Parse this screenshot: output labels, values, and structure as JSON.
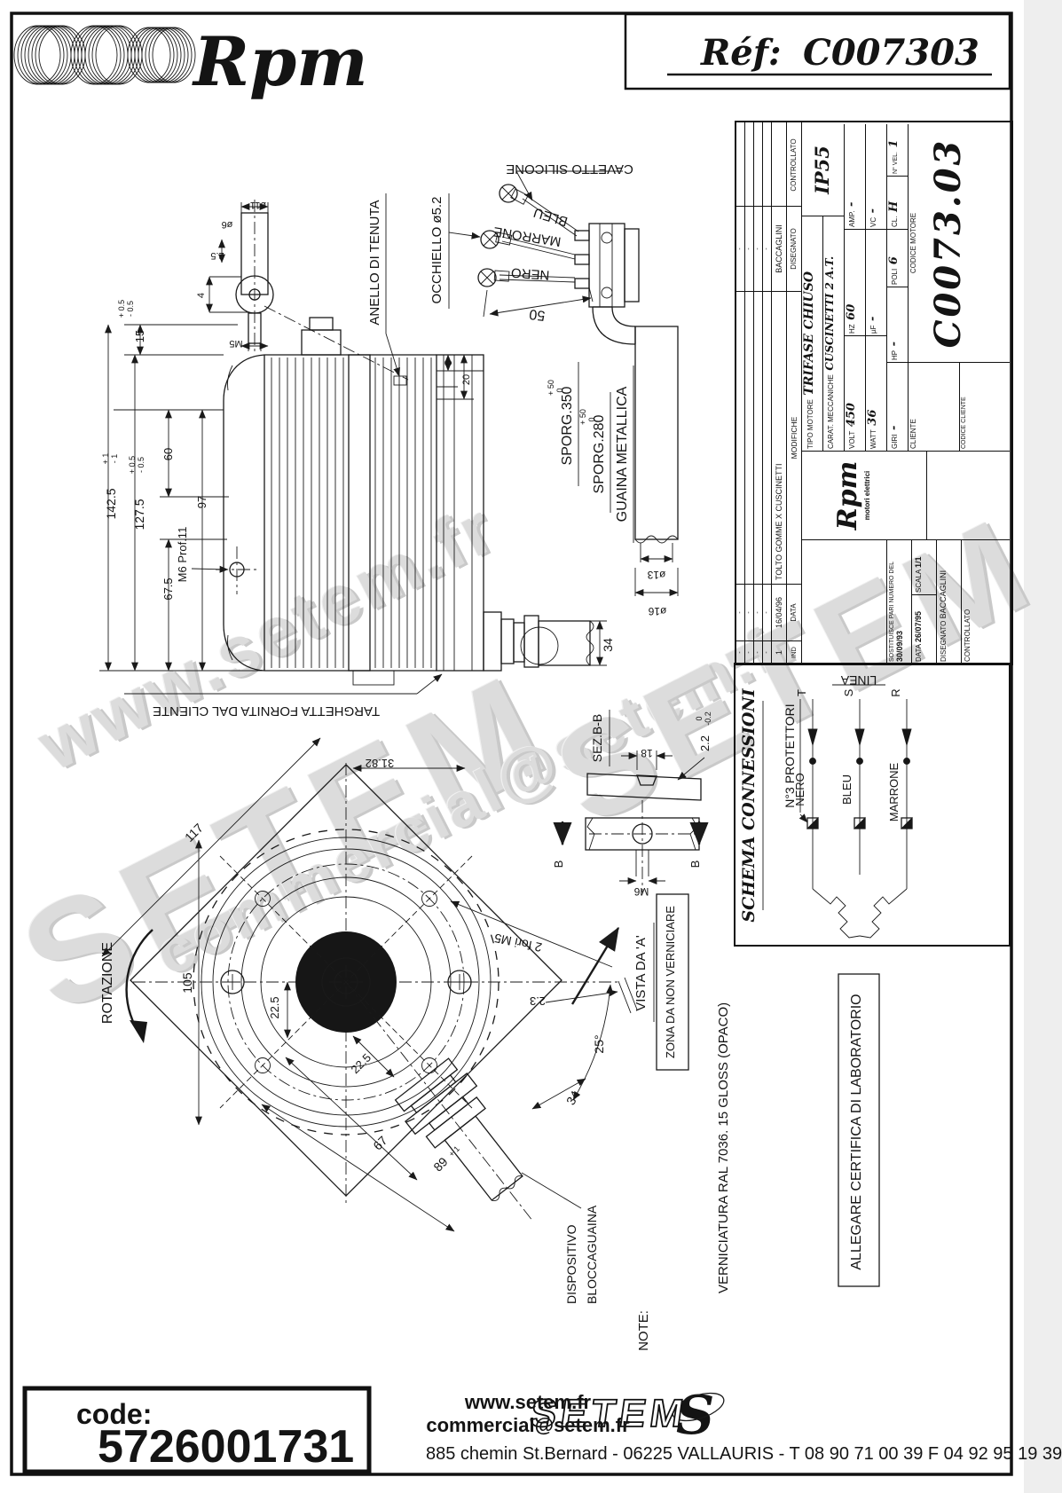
{
  "header": {
    "brand": "Rpm",
    "ref_label": "Réf:",
    "ref_value": "C007303"
  },
  "title_block": {
    "revisions": {
      "rows": [
        {
          "ind": "-",
          "data": "-",
          "modifiche": "",
          "firma": "-"
        },
        {
          "ind": "-",
          "data": "-",
          "modifiche": "",
          "firma": "-"
        },
        {
          "ind": "-",
          "data": "-",
          "modifiche": "",
          "firma": "-"
        },
        {
          "ind": "-",
          "data": "-",
          "modifiche": "",
          "firma": "-"
        },
        {
          "ind": "1",
          "data": "16/04/96",
          "modifiche": "TOLTO GOMME X CUSCINETTI",
          "firma": "BACCAGLINI"
        }
      ],
      "ind_label": "IND",
      "data_label": "DATA",
      "modifiche_label": "MODIFICHE",
      "disegnato_label": "DISEGNATO",
      "controllato_label": "CONTROLLATO",
      "ip_rating": "IP55"
    },
    "tipo_motore_label": "TIPO MOTORE",
    "tipo_motore": "TRIFASE CHIUSO",
    "carat_label": "CARAT. MECCANICHE",
    "carat": "CUSCINETTI 2 A.T.",
    "volt_label": "VOLT",
    "volt": "450",
    "hz_label": "HZ",
    "hz": "60",
    "amp_label": "AMP.",
    "amp": "-",
    "watt_label": "WATT",
    "watt": "36",
    "uf_label": "µF",
    "uf": "-",
    "vc_label": "VC",
    "vc": "-",
    "giri_label": "GIRI",
    "giri": "-",
    "hp_label": "HP",
    "hp": "-",
    "poli_label": "POLI",
    "poli": "6",
    "cl_label": "CL.",
    "cl": "H",
    "nvel_label": "N° VEL.",
    "nvel": "1",
    "logo_brand": "Rpm",
    "logo_sub": "motori elettrici",
    "sostituisce_label": "SOSTITUISCE PARI NUMERO DEL",
    "sostituisce_date": "30/09/93",
    "data_label": "DATA",
    "data_value": "26/07/95",
    "scala_label": "SCALA",
    "scala": "1/1",
    "disegnato_label": "DISEGNATO",
    "disegnato": "BACCAGLINI",
    "controllato_label": "CONTROLLATO",
    "cliente_label": "CLIENTE",
    "codice_cliente_label": "CODICE CLIENTE",
    "codice_motore_label": "CODICE MOTORE",
    "codice_motore": "C0073.03"
  },
  "schema": {
    "title": "SCHEMA CONNESSIONI",
    "linea": "LINEA",
    "protettori": "N°3 PROTETTORI",
    "t": "T",
    "s": "S",
    "r": "R",
    "nero": "NERO",
    "bleu": "BLEU",
    "marrone": "MARRONE"
  },
  "side_view": {
    "anello": "ANELLO DI TENUTA",
    "occhiello": "OCCHIELLO ø5.2",
    "cavetto": "CAVETTO SILICONE",
    "wire_bleu": "BLEU",
    "wire_marrone": "MARRONE",
    "wire_nero": "NERO",
    "dim_50": "50",
    "dim_5": "5",
    "dim_20": "20",
    "dim_15": "15",
    "tol_p05": "+ 0.5",
    "tol_m05": "- 0.5",
    "dim_142_5": "142.5",
    "tol_p1": "+ 1",
    "tol_m1": "- 1",
    "dim_127_5": "127.5",
    "dim_60": "60",
    "dim_97": "97",
    "dim_67_5": "67.5",
    "m6_prof": "M6 Prof.11",
    "dim_34": "34",
    "sporg_350": "SPORG.350",
    "sporg_280": "SPORG.280",
    "tol_p50": "+ 50",
    "tol_0": "0",
    "guaina": "GUAINA METALLICA",
    "dia_13": "ø13",
    "dia_16": "ø16",
    "targhetta": "TARGHETTA FORNITA DAL CLIENTE",
    "shaft": {
      "dia_6": "ø6",
      "dia_11": "ø11",
      "dim_2_5": "2.5",
      "dim_4": "4",
      "m5": "M5"
    }
  },
  "front_view": {
    "rotazione": "ROTAZIONE",
    "dim_117": "117",
    "dim_105": "105",
    "dim_31_82": "31.82",
    "dim_22_5_a": "22.5",
    "dim_22_5_b": "22.5",
    "fori": "2 fori M5",
    "dim_2_3": "2.3",
    "deg_25": "25°",
    "dim_34": "34",
    "dim_67": "67",
    "dim_89": "89",
    "tol_89": "+ 1",
    "vista": "VISTA DA 'A'",
    "zona": "ZONA DA NON VERNICIARE",
    "dispositivo": "DISPOSITIVO",
    "bloccaguaina": "BLOCCAGUAINA"
  },
  "sez": {
    "title": "SEZ.B-B",
    "dim_18": "18",
    "dim_2_2": "2.2",
    "tol_0": "0",
    "tol_m02": "-0.2",
    "m6": "M6",
    "b_left": "B",
    "b_right": "B"
  },
  "notes": {
    "note_label": "NOTE:",
    "note_text": "VERNICIATURA RAL 7036. 15 GLOSS (OPACO)",
    "allegare": "ALLEGARE CERTIFICA DI LABORATORIO"
  },
  "watermarks": {
    "w1": "www.setem.fr",
    "w2": "SETEM",
    "w3": "commercial@setem.fr",
    "w4": "SETEM"
  },
  "footer": {
    "code_label": "code:",
    "code": "5726001731",
    "website": "www.setem.fr",
    "email": "commercial@setem.fr",
    "brand": "SETEM",
    "address": "885 chemin St.Bernard  -  06225 VALLAURIS  -  T 08 90 71 00 39   F 04 92 95 19 39"
  }
}
